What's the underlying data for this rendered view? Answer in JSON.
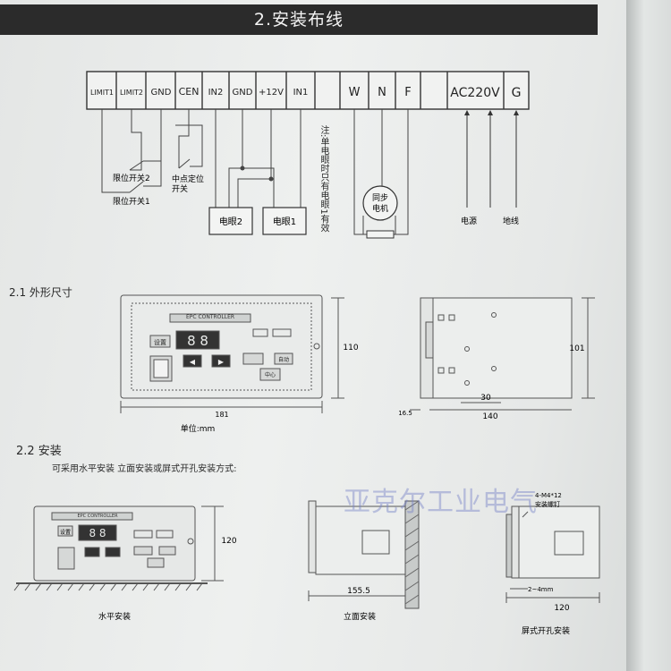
{
  "title": "2.安装布线",
  "terminals": [
    "LIMIT1",
    "LIMIT2",
    "GND",
    "CEN",
    "IN2",
    "GND",
    "+12V",
    "IN1",
    "",
    "W",
    "N",
    "F",
    "",
    "AC220V",
    "G"
  ],
  "wiring": {
    "limit_switch_2": "限位开关2",
    "limit_switch_1": "限位开关1",
    "center_switch_line1": "中点定位",
    "center_switch_line2": "开关",
    "eye2": "电眼2",
    "eye1": "电眼1",
    "note": "注:单电眼时只有电眼1有效",
    "motor_line1": "同步",
    "motor_line2": "电机",
    "power": "电源",
    "ground": "地线"
  },
  "dimensions": {
    "heading": "2.1  外形尺寸",
    "width": "181",
    "height": "110",
    "side_height": "101",
    "side_30": "30",
    "side_140": "140",
    "side_16_5": "16.5",
    "unit": "单位:mm"
  },
  "installation": {
    "heading": "2.2  安装",
    "subtitle": "可采用水平安装  立面安装或屏式开孔安装方式:",
    "h_height": "120",
    "h_label": "水平安装",
    "v_width": "155.5",
    "v_label": "立面安装",
    "p_screw_line1": "4-M4*12",
    "p_screw_line2": "安装螺钉",
    "p_gap": "2~4mm",
    "p_width": "120",
    "p_label": "屏式开孔安装"
  },
  "panel": {
    "brand": "EPC CONTROLLER",
    "display": "8 8",
    "setup_key": "设置",
    "left_key": "◀",
    "right_key": "▶",
    "auto": "自动",
    "center": "中心"
  },
  "watermark": "亚克尔工业电气"
}
